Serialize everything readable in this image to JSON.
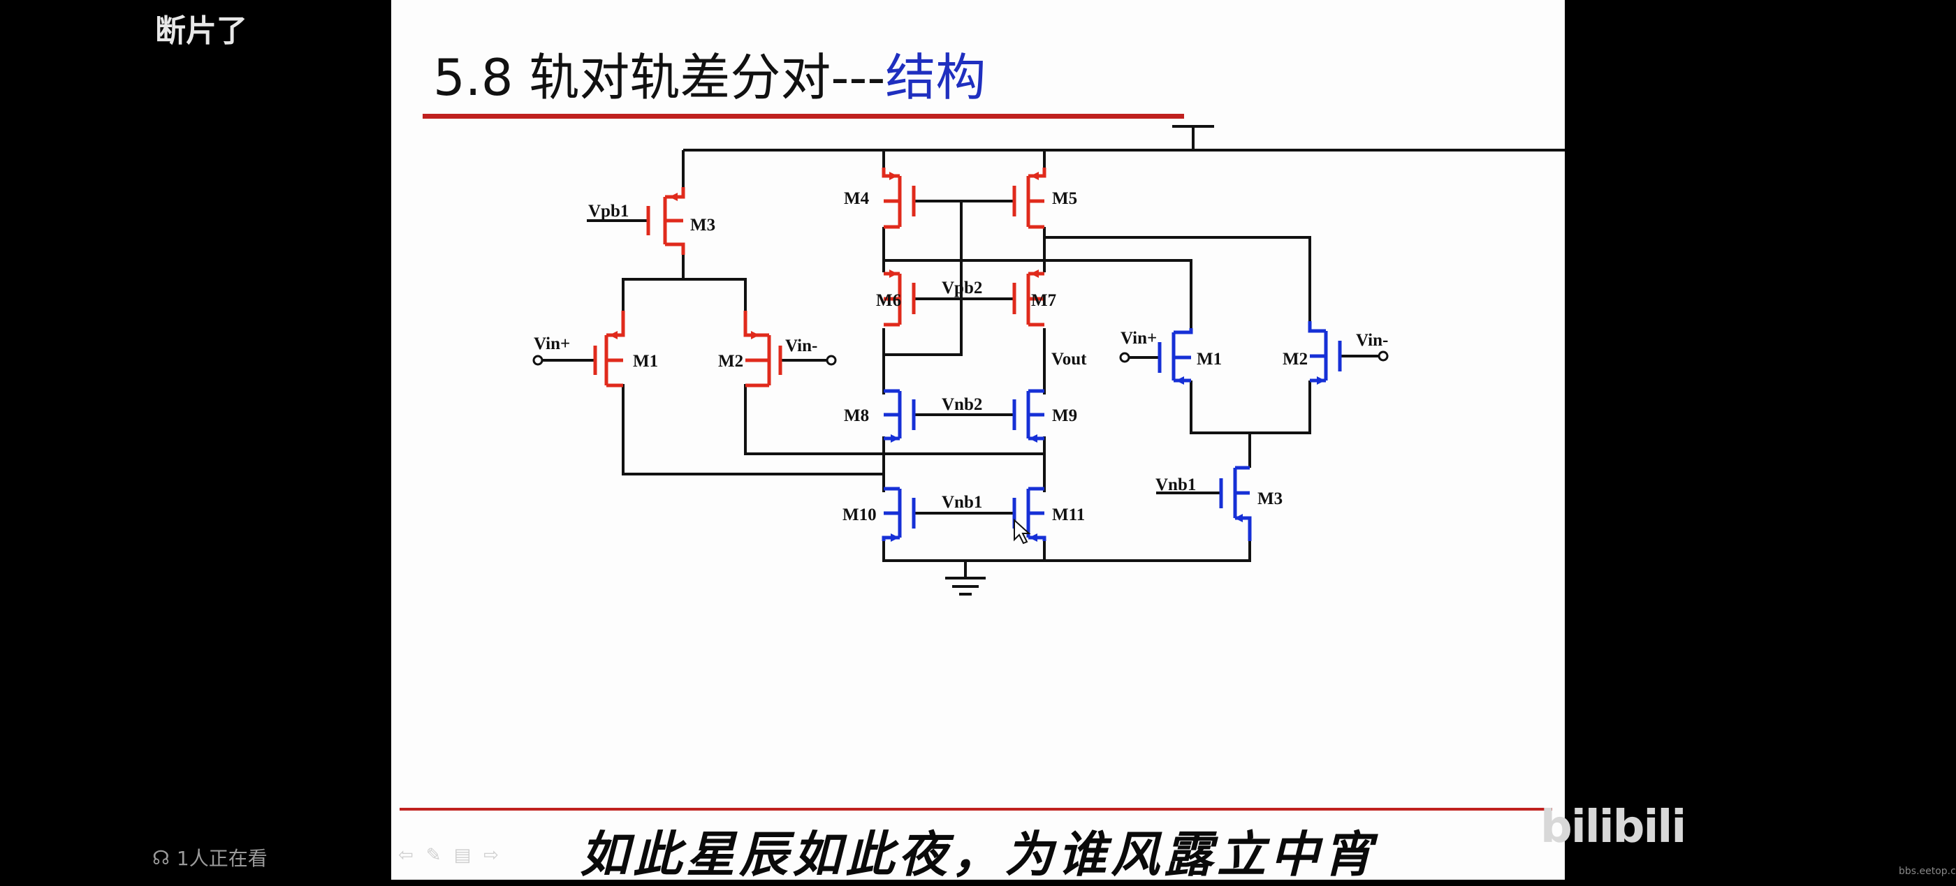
{
  "video": {
    "title": "断片了",
    "viewers": "1人正在看",
    "subtitle": "如此星辰如此夜，为谁风露立中宵",
    "logo": "bilibili",
    "watermark": "bbs.eetop.cn"
  },
  "slide": {
    "title_main": "5.8 轨对轨差分对---",
    "title_sub": "结构",
    "accent_color": "#c0211f",
    "pmos_color": "#e02a1c",
    "nmos_color": "#1630d6"
  },
  "circuit": {
    "labels": {
      "vpb1": "Vpb1",
      "m3_left": "M3",
      "vin_plus_left": "Vin+",
      "m1_left": "M1",
      "m2_left": "M2",
      "vin_minus_left": "Vin-",
      "m4": "M4",
      "m5": "M5",
      "m6": "M6",
      "vpb2": "Vpb2",
      "m7": "M7",
      "vout": "Vout",
      "m8": "M8",
      "vnb2": "Vnb2",
      "m9": "M9",
      "m10": "M10",
      "vnb1_center": "Vnb1",
      "m11": "M11",
      "vin_plus_right": "Vin+",
      "m1_right": "M1",
      "m2_right": "M2",
      "vin_minus_right": "Vin-",
      "vnb1_right": "Vnb1",
      "m3_right": "M3"
    }
  }
}
